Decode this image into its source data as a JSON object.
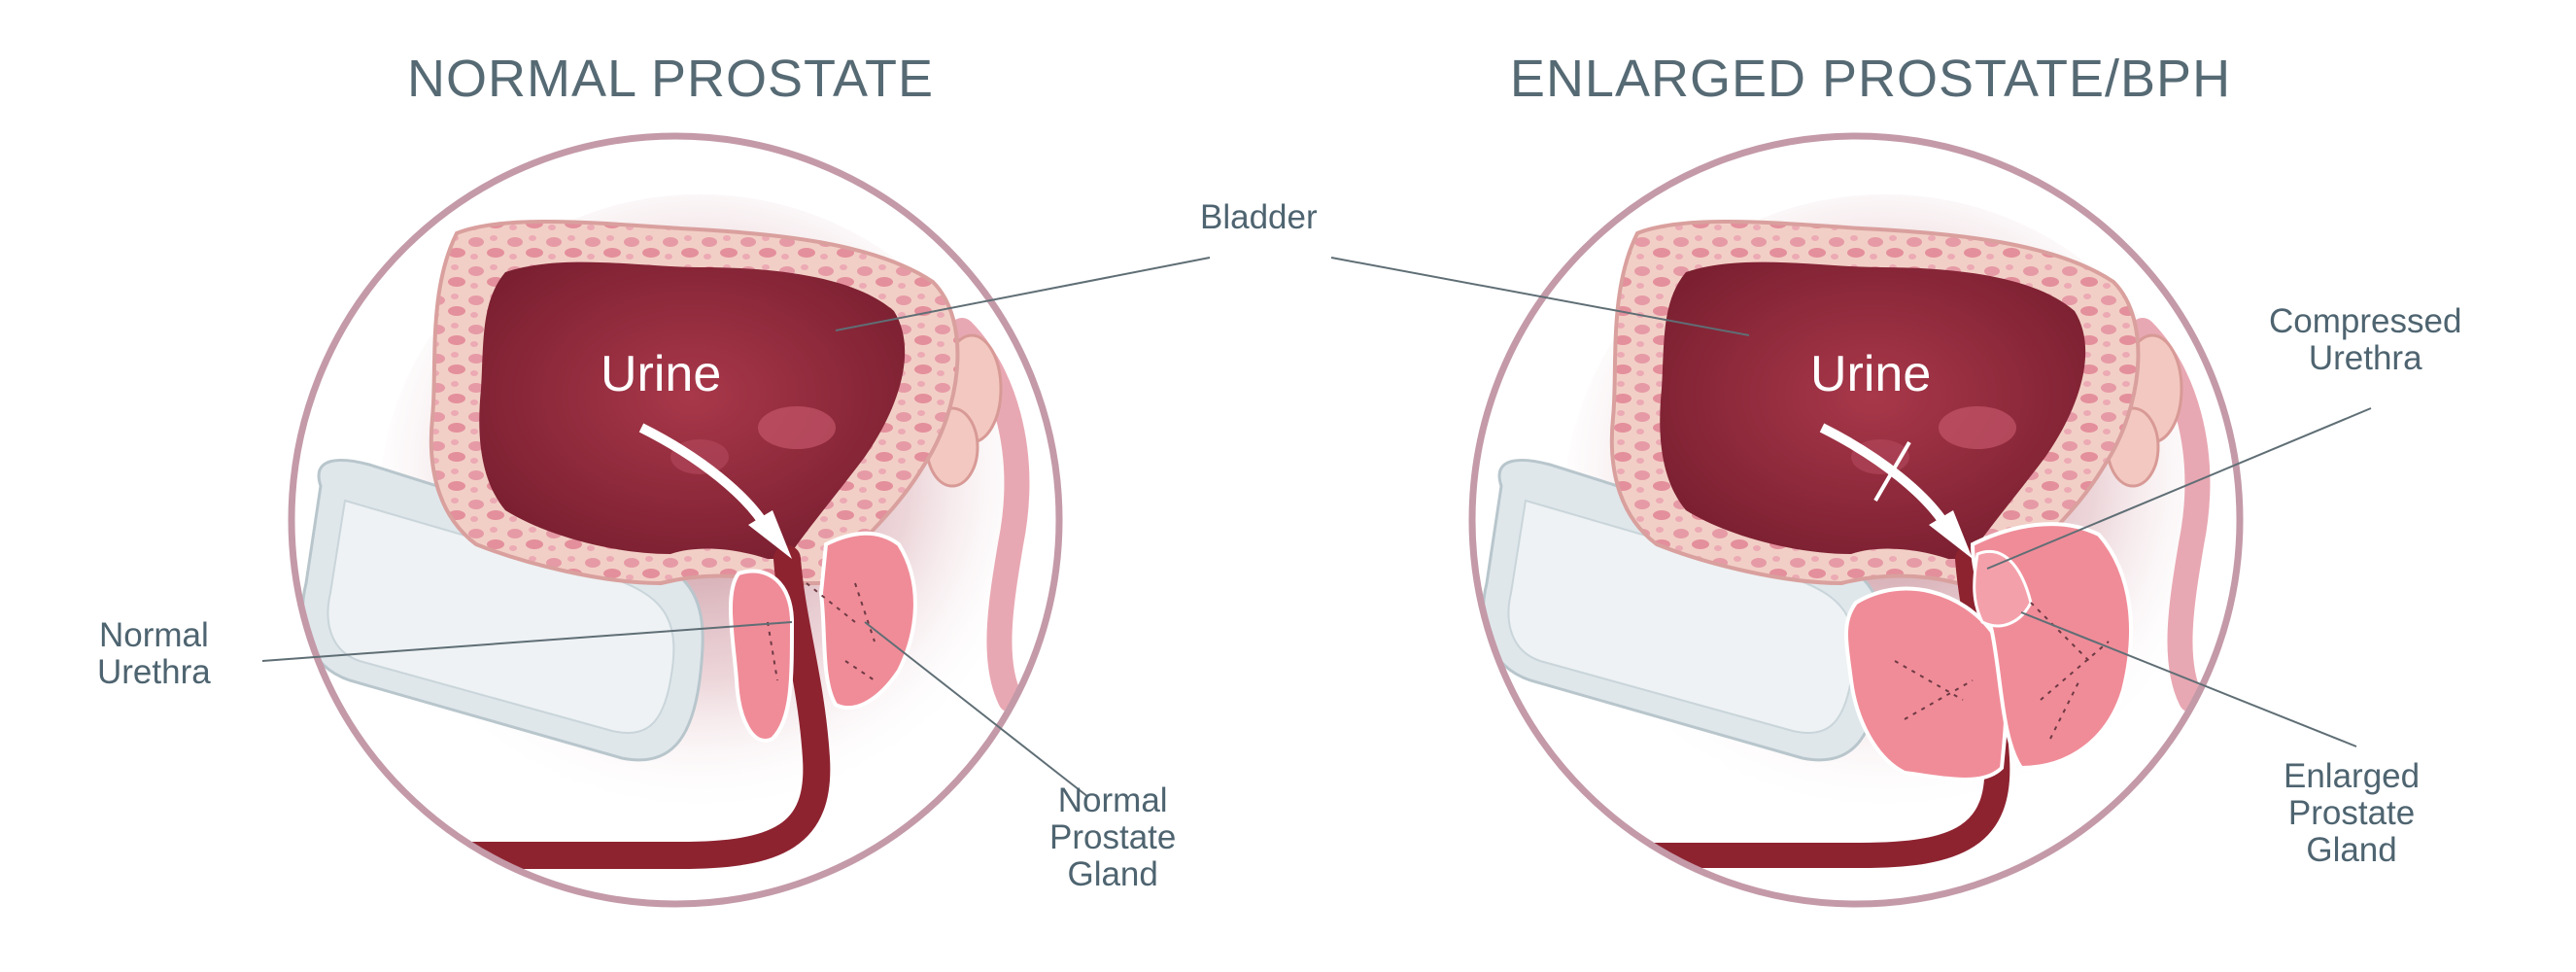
{
  "titles": {
    "left": "NORMAL PROSTATE",
    "right": "ENLARGED PROSTATE/BPH"
  },
  "labels": {
    "bladder": "Bladder",
    "urine": "Urine",
    "normal_urethra": [
      "Normal",
      "Urethra"
    ],
    "normal_gland": [
      "Normal",
      "Prostate",
      "Gland"
    ],
    "compressed_urethra": [
      "Compressed",
      "Urethra"
    ],
    "enlarged_gland": [
      "Enlarged",
      "Prostate",
      "Gland"
    ]
  },
  "colors": {
    "ring": "#c49aa8",
    "bladder_interior": "#8a2a3a",
    "bladder_wall": "#f0c6c0",
    "prostate": "#f08c98",
    "urethra": "#8e2330",
    "pubic_bone": "#dde6ea",
    "text": "#4e6470"
  }
}
